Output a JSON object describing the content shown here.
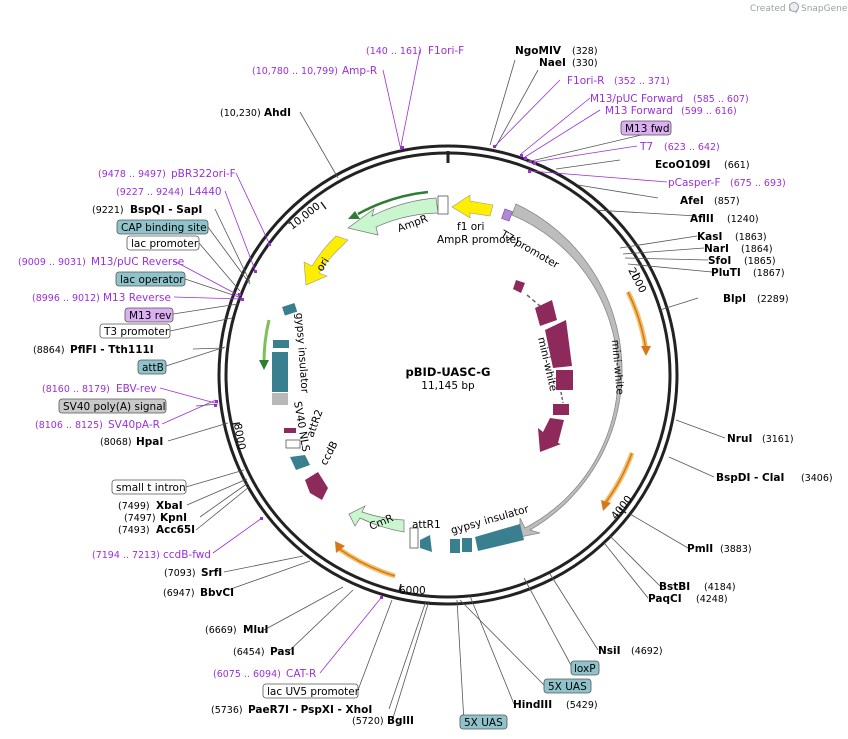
{
  "credit": {
    "prefix": "Created by",
    "brand": "SnapGene"
  },
  "map": {
    "name": "pBID-UASC-G",
    "length": "11,145 bp",
    "ticks": [
      "2000",
      "4000",
      "6000",
      "8000",
      "10,000"
    ]
  },
  "sites": [
    {
      "name": "NgoMIV",
      "pos": "(328)"
    },
    {
      "name": "NaeI",
      "pos": "(330)"
    },
    {
      "name": "EcoO109I",
      "pos": "(661)"
    },
    {
      "name": "AfeI",
      "pos": "(857)"
    },
    {
      "name": "AflII",
      "pos": "(1240)"
    },
    {
      "name": "KasI",
      "pos": "(1863)"
    },
    {
      "name": "NarI",
      "pos": "(1864)"
    },
    {
      "name": "SfoI",
      "pos": "(1865)"
    },
    {
      "name": "PluTI",
      "pos": "(1867)"
    },
    {
      "name": "BlpI",
      "pos": "(2289)"
    },
    {
      "name": "NruI",
      "pos": "(3161)"
    },
    {
      "name": "BspDI - ClaI",
      "pos": "(3406)"
    },
    {
      "name": "PmlI",
      "pos": "(3883)"
    },
    {
      "name": "BstBI",
      "pos": "(4184)"
    },
    {
      "name": "PaqCI",
      "pos": "(4248)"
    },
    {
      "name": "NsiI",
      "pos": "(4692)"
    },
    {
      "name": "HindIII",
      "pos": "(5429)"
    },
    {
      "name": "BglII",
      "pos": "(5720)"
    },
    {
      "name": "PaeR7I - PspXI - XhoI",
      "pos": "(5736)"
    },
    {
      "name": "PasI",
      "pos": "(6454)"
    },
    {
      "name": "MluI",
      "pos": "(6669)"
    },
    {
      "name": "BbvCI",
      "pos": "(6947)"
    },
    {
      "name": "SrfI",
      "pos": "(7093)"
    },
    {
      "name": "Acc65I",
      "pos": "(7493)"
    },
    {
      "name": "KpnI",
      "pos": "(7497)"
    },
    {
      "name": "XbaI",
      "pos": "(7499)"
    },
    {
      "name": "HpaI",
      "pos": "(8068)"
    },
    {
      "name": "PflFI - Tth111I",
      "pos": "(8864)"
    },
    {
      "name": "BspQI - SapI",
      "pos": "(9221)"
    },
    {
      "name": "AhdI",
      "pos": "(10,230)"
    }
  ],
  "primers": [
    {
      "name": "F1ori-F",
      "pos": "(140 .. 161)"
    },
    {
      "name": "Amp-R",
      "pos": "(10,780 .. 10,799)"
    },
    {
      "name": "F1ori-R",
      "pos": "(352 .. 371)"
    },
    {
      "name": "M13/pUC Forward",
      "pos": "(585 .. 607)"
    },
    {
      "name": "M13 Forward",
      "pos": "(599 .. 616)"
    },
    {
      "name": "T7",
      "pos": "(623 .. 642)"
    },
    {
      "name": "pCasper-F",
      "pos": "(675 .. 693)"
    },
    {
      "name": "pBR322ori-F",
      "pos": "(9478 .. 9497)"
    },
    {
      "name": "L4440",
      "pos": "(9227 .. 9244)"
    },
    {
      "name": "M13/pUC Reverse",
      "pos": "(9009 .. 9031)"
    },
    {
      "name": "M13 Reverse",
      "pos": "(8996 .. 9012)"
    },
    {
      "name": "EBV-rev",
      "pos": "(8160 .. 8179)"
    },
    {
      "name": "SV40pA-R",
      "pos": "(8106 .. 8125)"
    },
    {
      "name": "ccdB-fwd",
      "pos": "(7194 .. 7213)"
    },
    {
      "name": "CAT-R",
      "pos": "(6075 .. 6094)"
    }
  ],
  "boxes": [
    {
      "text": "M13 fwd",
      "style": "purple"
    },
    {
      "text": "CAP binding site",
      "style": "teal"
    },
    {
      "text": "lac promoter",
      "style": "white"
    },
    {
      "text": "lac operator",
      "style": "teal"
    },
    {
      "text": "M13 rev",
      "style": "purple"
    },
    {
      "text": "T3 promoter",
      "style": "white"
    },
    {
      "text": "attB",
      "style": "teal"
    },
    {
      "text": "SV40 poly(A) signal",
      "style": "gray"
    },
    {
      "text": "small t intron",
      "style": "white"
    },
    {
      "text": "lac UV5 promoter",
      "style": "white"
    },
    {
      "text": "loxP",
      "style": "teal"
    },
    {
      "text": "5X UAS",
      "style": "teal"
    },
    {
      "text": "5X UAS",
      "style": "teal"
    }
  ],
  "features": {
    "f1_ori": "f1 ori",
    "ampr": "AmpR",
    "ampr_promoter": "AmpR promoter",
    "t7_promoter": "T7 promoter",
    "ori": "ori",
    "gypsy_left": "gypsy insulator",
    "gypsy_bottom": "gypsy insulator",
    "sv40_nls": "SV40 NLS",
    "attr2": "attR2",
    "ccdb": "ccdB",
    "cmr": "CmR",
    "attr1": "attR1",
    "mini_white_inner": "mini-white",
    "mini_white_outer": "mini-white"
  },
  "colors": {
    "backbone": "#222222",
    "primer": "#9b30d9",
    "teal": "#3a7f8f",
    "maroon": "#8e2a5b",
    "gray_arrow": "#bdbdbd",
    "green_light": "#c9f5cf",
    "yellow": "#ffee00",
    "orf_orange": "#f2c06b",
    "orf_dark": "#d6781a",
    "teal_box": "#8fc3cc",
    "purple_box": "#dab0f2",
    "gray_box": "#c9c9c9"
  }
}
